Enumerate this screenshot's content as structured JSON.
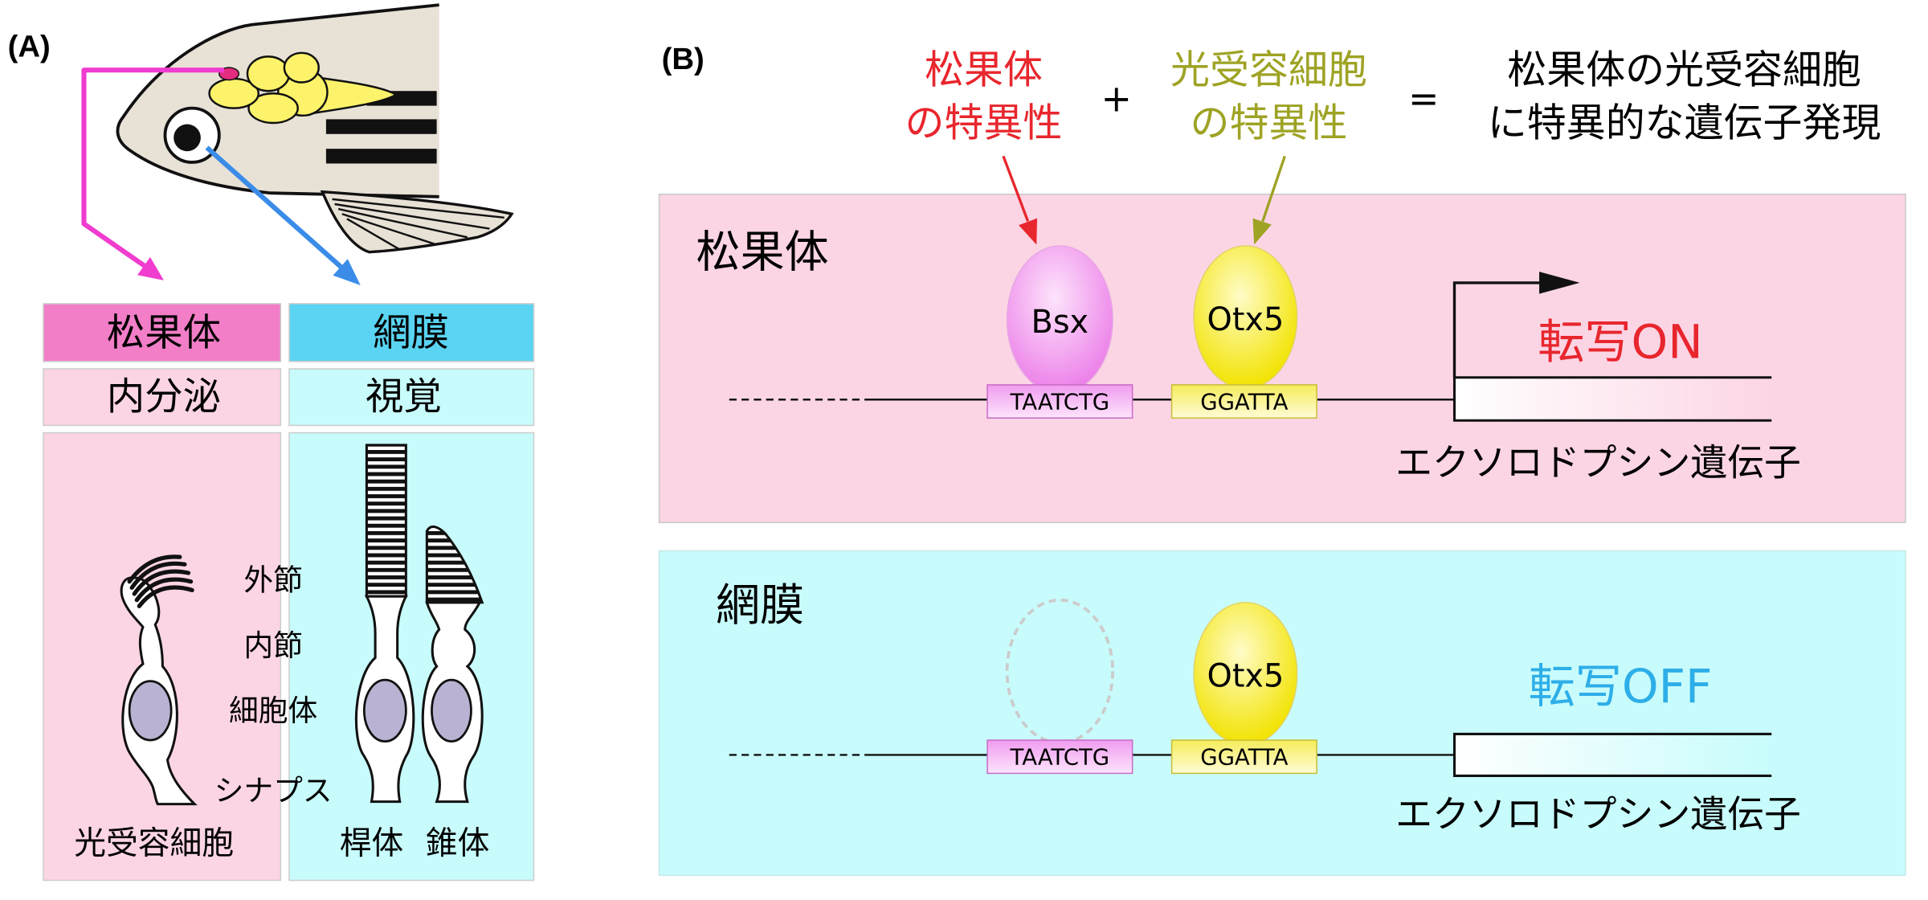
{
  "panel_a": {
    "label": "(A)",
    "pineal": {
      "title": "松果体",
      "function": "内分泌",
      "cell_label": "光受容細胞"
    },
    "retina": {
      "title": "網膜",
      "function": "視覚",
      "rod_label": "桿体",
      "cone_label": "錐体"
    },
    "cell_parts": {
      "outer_segment": "外節",
      "inner_segment": "内節",
      "cell_body": "細胞体",
      "synapse": "シナプス"
    }
  },
  "panel_b": {
    "label": "(B)",
    "equation": {
      "pineal_specificity": [
        "松果体",
        "の特異性"
      ],
      "plus": "+",
      "photoreceptor_specificity": [
        "光受容細胞",
        "の特異性"
      ],
      "equals": "=",
      "result": [
        "松果体の光受容細胞",
        "に特異的な遺伝子発現"
      ]
    },
    "pineal_case": {
      "tissue": "松果体",
      "bsx_factor": "Bsx",
      "otx5_factor": "Otx5",
      "bsx_site": "TAATCTG",
      "otx5_site": "GGATTA",
      "status": "転写ON",
      "gene": "エクソロドプシン遺伝子"
    },
    "retina_case": {
      "tissue": "網膜",
      "otx5_factor": "Otx5",
      "bsx_site": "TAATCTG",
      "otx5_site": "GGATTA",
      "status": "転写OFF",
      "gene": "エクソロドプシン遺伝子"
    }
  },
  "colors": {
    "pineal_header": "#f27ec8",
    "retina_header": "#5ad4f2",
    "pineal_bg": "#fcd5e5",
    "retina_bg": "#c8fcfc",
    "pineal_arrow": "#f03ccf",
    "retina_arrow": "#3a8ce8",
    "pineal_specificity": "#e8262d",
    "photoreceptor_specificity": "#9ea324",
    "transcription_on": "#e8262d",
    "transcription_off": "#2eaee8"
  }
}
